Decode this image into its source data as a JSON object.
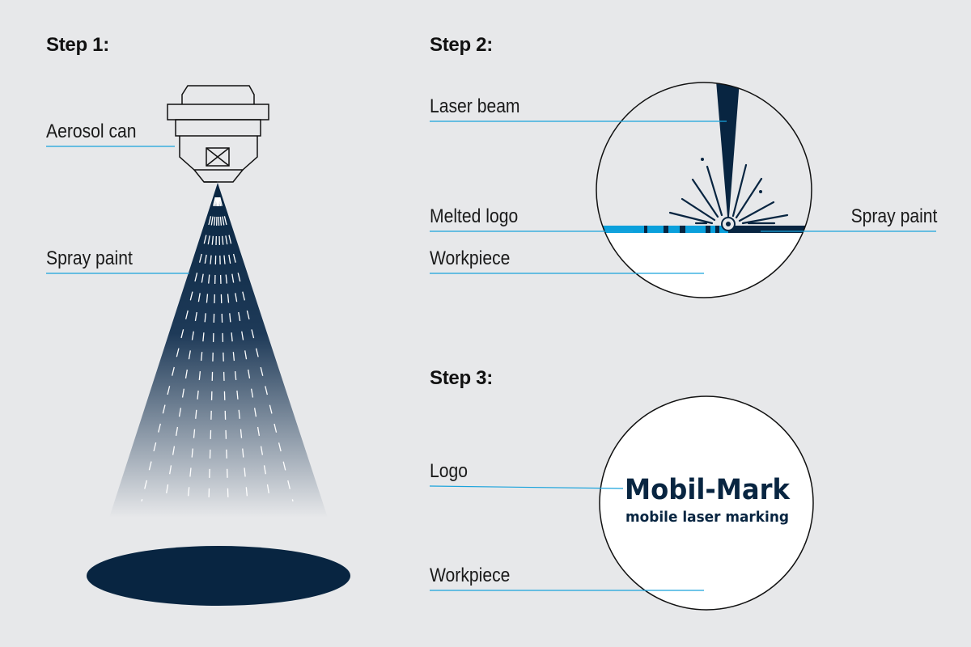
{
  "steps": [
    {
      "title": "Step 1:",
      "labels": {
        "aerosol_can": "Aerosol can",
        "spray_paint": "Spray paint"
      }
    },
    {
      "title": "Step 2:",
      "labels": {
        "laser_beam": "Laser beam",
        "melted_logo": "Melted logo",
        "spray_paint": "Spray paint",
        "workpiece": "Workpiece"
      }
    },
    {
      "title": "Step 3:",
      "labels": {
        "logo": "Logo",
        "workpiece": "Workpiece"
      }
    }
  ],
  "logo": {
    "name": "Mobil-Mark",
    "tagline": "mobile laser marking"
  },
  "colors": {
    "background": "#e7e8ea",
    "navy": "#082541",
    "leader_line": "#1aa3dc",
    "melted_logo": "#0aa0dc",
    "white": "#ffffff"
  }
}
